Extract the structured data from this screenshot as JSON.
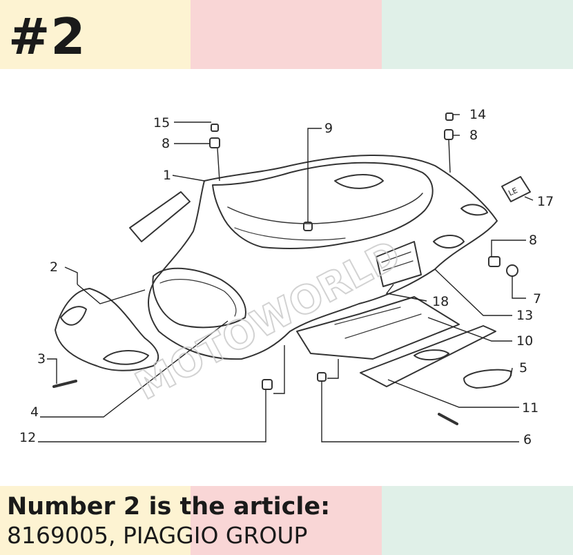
{
  "header": {
    "title": "#2"
  },
  "footer": {
    "line1": "Number 2 is the article:",
    "line2": "8169005, PIAGGIO GROUP"
  },
  "diagram": {
    "callouts": [
      "15",
      "8",
      "1",
      "9",
      "14",
      "8",
      "17",
      "2",
      "8",
      "7",
      "18",
      "13",
      "10",
      "3",
      "5",
      "4",
      "11",
      "12",
      "6"
    ],
    "label_tag": "LE",
    "watermark": "MOTOWORLD"
  },
  "colors": {
    "band_yellow": "#fdf3d2",
    "band_pink": "#f9d6d6",
    "band_green": "#e0f0e8",
    "ink": "#1a1a1a"
  }
}
